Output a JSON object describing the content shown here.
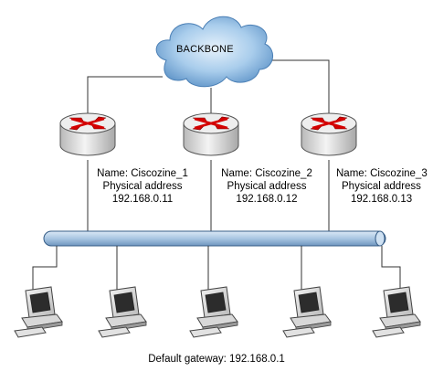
{
  "backbone": {
    "label": "BACKBONE"
  },
  "routers": [
    {
      "name": "Name: Ciscozine_1",
      "addr_label": "Physical address",
      "ip": "192.168.0.11"
    },
    {
      "name": "Name: Ciscozine_2",
      "addr_label": "Physical address",
      "ip": "192.168.0.12"
    },
    {
      "name": "Name: Ciscozine_3",
      "addr_label": "Physical address",
      "ip": "192.168.0.13"
    }
  ],
  "hosts_count_note": "",
  "footer": {
    "text": "Default gateway: 192.168.0.1"
  },
  "colors": {
    "cloud_fill": "#9fc3e6",
    "bus_fill": "#b9d3ea",
    "router_top": "#eeeeee",
    "arrow_red": "#d40000"
  }
}
